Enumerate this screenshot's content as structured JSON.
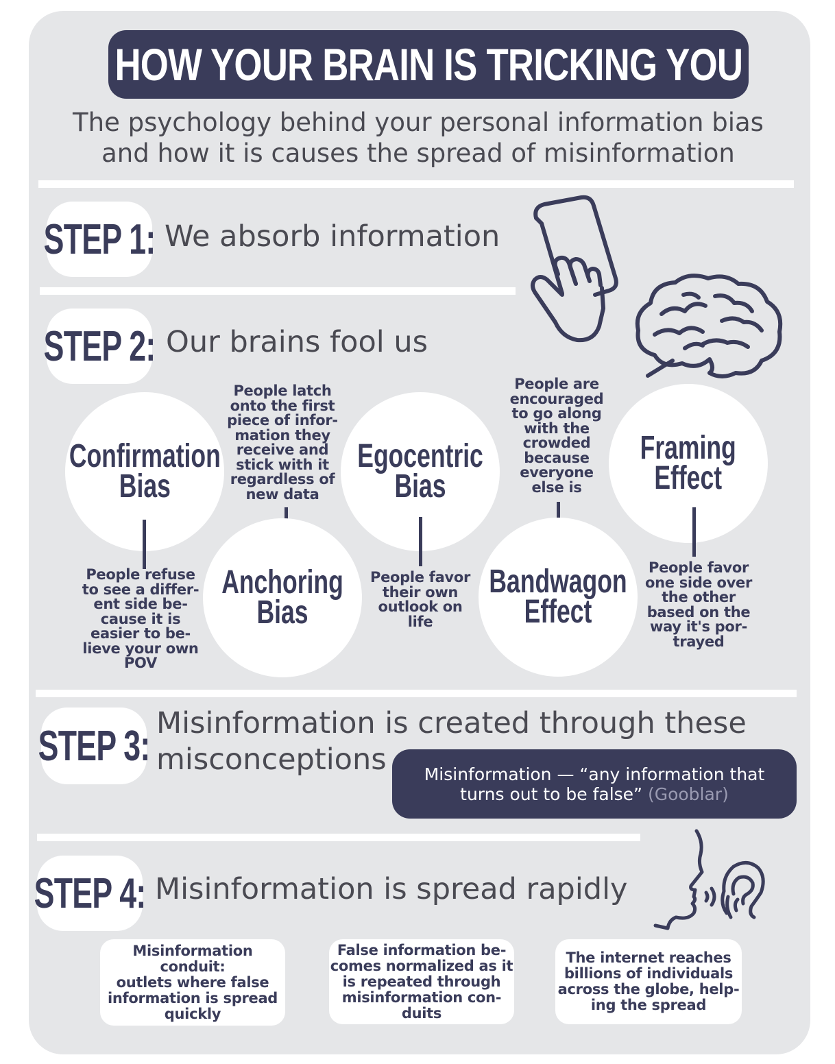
{
  "header": {
    "title": "HOW YOUR BRAIN IS TRICKING YOU",
    "subtitle_line1": "The psychology behind your personal information bias",
    "subtitle_line2": "and how it is causes the spread of misinformation"
  },
  "steps": [
    {
      "label": "STEP 1:",
      "text": "We absorb information"
    },
    {
      "label": "STEP 2:",
      "text": "Our brains fool us"
    },
    {
      "label": "STEP 3:",
      "text_line1": "Misinformation is created through these",
      "text_line2": "misconceptions"
    },
    {
      "label": "STEP 4:",
      "text": "Misinformation is spread rapidly"
    }
  ],
  "biases": [
    {
      "name": "Confirmation\nBias",
      "description": "People refuse\nto see a differ-\nent side be-\ncause it is\neasier to be-\nlieve your own\nPOV"
    },
    {
      "name": "Anchoring\nBias",
      "description": "People latch\nonto the first\npiece of infor-\nmation they\nreceive and\nstick with it\nregardless of\nnew data"
    },
    {
      "name": "Egocentric\nBias",
      "description": "People favor\ntheir own\noutlook on\nlife"
    },
    {
      "name": "Bandwagon\nEffect",
      "description": "People are\nencouraged\nto go along\nwith the\ncrowded\nbecause\neveryone\nelse is"
    },
    {
      "name": "Framing\nEffect",
      "description": "People favor\none side over\nthe other\nbased on the\nway it's por-\ntrayed"
    }
  ],
  "definition": {
    "line1": "Misinformation — “any information that",
    "line2": "turns out to be false”",
    "source": "(Gooblar)"
  },
  "facts": [
    "Misinformation conduit:\noutlets where false\ninformation is spread\nquickly",
    "False information be-\ncomes normalized as it\nis repeated through\nmisinformation con-\nduits",
    "The internet reaches\nbillions of individuals\nacross the globe, help-\ning the spread"
  ],
  "icons": [
    "phone-tap-icon",
    "brain-icon",
    "speaking-head-ear-icon"
  ],
  "colors": {
    "accent": "#3a3c5a",
    "card_background": "#e5e6e8",
    "panel": "#ffffff"
  }
}
